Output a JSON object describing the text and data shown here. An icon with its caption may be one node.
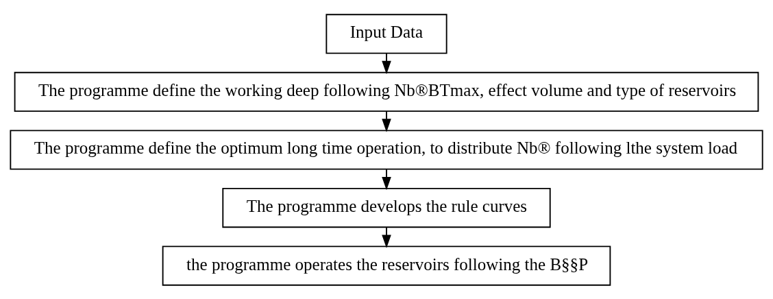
{
  "diagram": {
    "nodes": [
      {
        "text": [
          "Input Data"
        ]
      },
      {
        "text": [
          "The programme define the working deep following Nb®BTmax, effect volume and type of reservoirs"
        ]
      },
      {
        "text": [
          "The programme define the optimum long time operation, to distribute Nb® following lthe system load"
        ]
      },
      {
        "text": [
          "The programme develops the rule curves"
        ]
      },
      {
        "text": [
          "the programme operates the reservoirs following the B§§P"
        ]
      }
    ],
    "edges": [
      {
        "from": 0,
        "to": 1,
        "arrow": "to"
      },
      {
        "from": 1,
        "to": 2,
        "arrow": "to"
      },
      {
        "from": 2,
        "to": 3,
        "arrow": "to"
      },
      {
        "from": 3,
        "to": 4,
        "arrow": "to"
      }
    ]
  }
}
